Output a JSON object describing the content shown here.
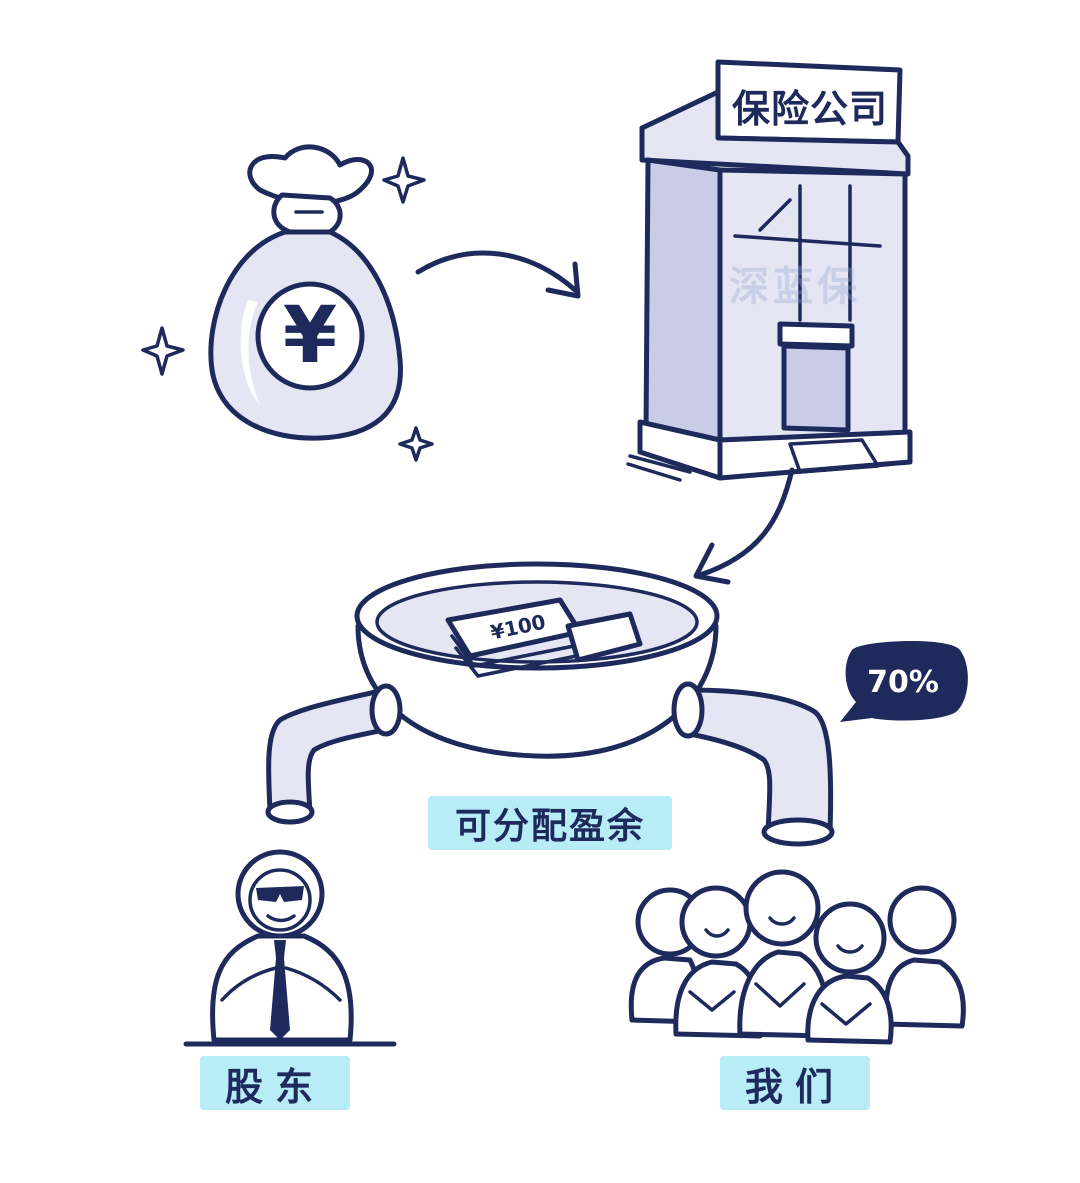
{
  "building": {
    "sign": "保险公司"
  },
  "watermark": {
    "brand": "深蓝保"
  },
  "bag": {
    "symbol": "¥"
  },
  "bill": {
    "text": "¥100"
  },
  "pool": {
    "label": "可分配盈余"
  },
  "bubble": {
    "percent": "70%"
  },
  "recipients": {
    "left": "股东",
    "right": "我们"
  },
  "colors": {
    "ink": "#1f2a5c",
    "fill_light": "#e4e6f4",
    "fill_mid": "#c9cce6",
    "label_bg": "#b8ecf7"
  }
}
